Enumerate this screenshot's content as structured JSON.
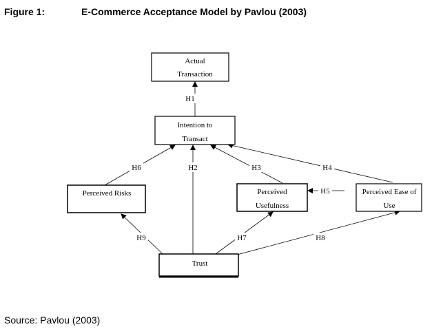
{
  "figure": {
    "label": "Figure 1:",
    "title": "E-Commerce Acceptance Model by Pavlou (2003)"
  },
  "nodes": {
    "actual": [
      "Actual",
      "Transaction"
    ],
    "intention": [
      "Intention to",
      "Transact"
    ],
    "risks": [
      "Perceived Risks"
    ],
    "usefulness": [
      "Perceived",
      "Usefulness"
    ],
    "ease": [
      "Perceived Ease of",
      "Use"
    ],
    "trust": [
      "Trust"
    ]
  },
  "hypotheses": {
    "h1": "H1",
    "h2": "H2",
    "h3": "H3",
    "h4": "H4",
    "h5": "H5",
    "h6": "H6",
    "h7": "H7",
    "h8": "H8",
    "h9": "H9"
  },
  "source": "Source: Pavlou (2003)"
}
